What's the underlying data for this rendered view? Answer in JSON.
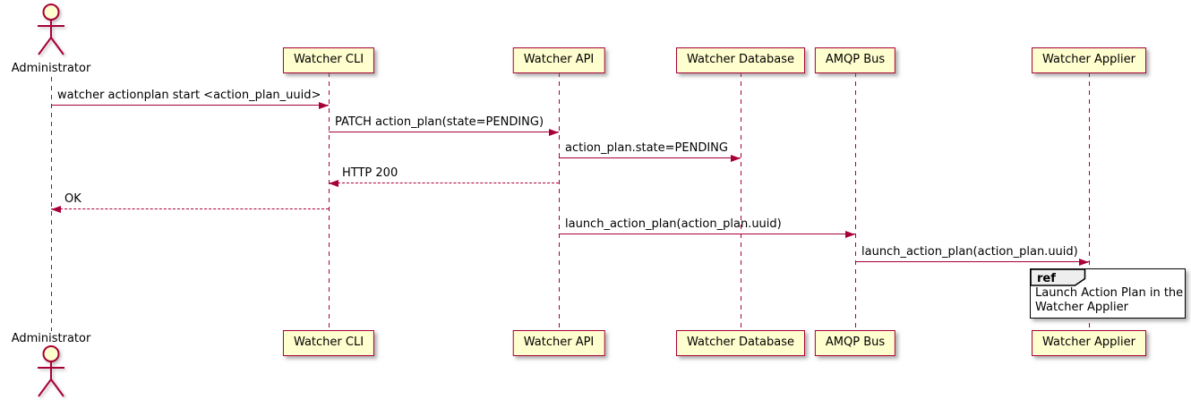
{
  "diagram": {
    "kind": "plantuml-sequence",
    "actor": {
      "id": "administrator",
      "label": "Administrator"
    },
    "participants": [
      {
        "id": "watcher-cli",
        "label": "Watcher CLI"
      },
      {
        "id": "watcher-api",
        "label": "Watcher API"
      },
      {
        "id": "watcher-database",
        "label": "Watcher Database"
      },
      {
        "id": "amqp-bus",
        "label": "AMQP Bus"
      },
      {
        "id": "watcher-applier",
        "label": "Watcher Applier"
      }
    ],
    "messages": [
      {
        "from": "administrator",
        "to": "watcher-cli",
        "label": "watcher actionplan start <action_plan_uuid>",
        "line": "solid"
      },
      {
        "from": "watcher-cli",
        "to": "watcher-api",
        "label": "PATCH action_plan(state=PENDING)",
        "line": "solid"
      },
      {
        "from": "watcher-api",
        "to": "watcher-database",
        "label": "action_plan.state=PENDING",
        "line": "solid"
      },
      {
        "from": "watcher-api",
        "to": "watcher-cli",
        "label": "HTTP 200",
        "line": "dashed"
      },
      {
        "from": "watcher-cli",
        "to": "administrator",
        "label": "OK",
        "line": "dashed"
      },
      {
        "from": "watcher-api",
        "to": "amqp-bus",
        "label": "launch_action_plan(action_plan.uuid)",
        "line": "solid"
      },
      {
        "from": "amqp-bus",
        "to": "watcher-applier",
        "label": "launch_action_plan(action_plan.uuid)",
        "line": "solid"
      }
    ],
    "ref_fragment": {
      "keyword": "ref",
      "over": "watcher-applier",
      "lines": [
        "Launch Action Plan in the",
        "Watcher Applier"
      ]
    },
    "colors": {
      "participant_fill": "#fefece",
      "stroke": "#a80036",
      "ref_header_fill": "#eeeeee",
      "ref_border": "#000000",
      "text_color": "#000000",
      "background": "#ffffff"
    }
  }
}
